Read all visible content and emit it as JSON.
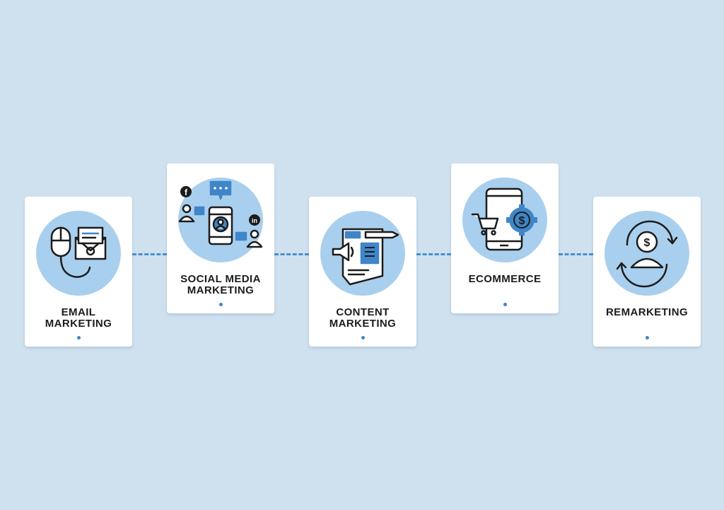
{
  "colors": {
    "background": "#cfe1ef",
    "card": "#ffffff",
    "circle": "#a9cfee",
    "accent": "#3f86c9",
    "outline": "#1c1c1c"
  },
  "steps": [
    {
      "icon": "email-marketing-icon",
      "label_lines": [
        "EMAIL",
        "MARKETING"
      ]
    },
    {
      "icon": "social-media-icon",
      "label_lines": [
        "SOCIAL MEDIA",
        "MARKETING"
      ]
    },
    {
      "icon": "content-marketing-icon",
      "label_lines": [
        "CONTENT",
        "MARKETING"
      ]
    },
    {
      "icon": "ecommerce-icon",
      "label_lines": [
        "ECOMMERCE"
      ]
    },
    {
      "icon": "remarketing-icon",
      "label_lines": [
        "REMARKETING"
      ]
    }
  ],
  "social_badges": {
    "facebook": "f",
    "linkedin": "in"
  },
  "currency_symbol": "$"
}
